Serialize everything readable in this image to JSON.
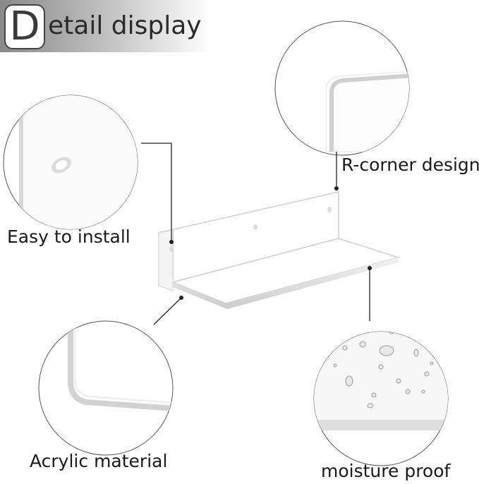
{
  "title": {
    "first_letter": "D",
    "rest": "etail display"
  },
  "labels": {
    "corner": "R-corner design",
    "install": "Easy to install",
    "acrylic": "Acrylic material",
    "moisture": "moisture proof"
  },
  "colors": {
    "line": "#222222",
    "shelf_face": "#ffffff",
    "shelf_edge": "#cfcfcf",
    "circle_stroke": "#555555"
  }
}
